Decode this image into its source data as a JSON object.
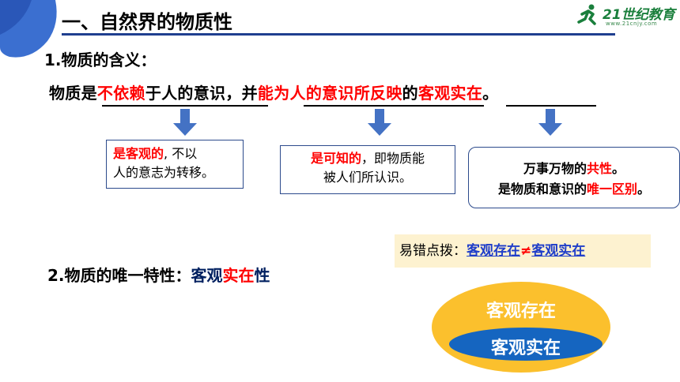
{
  "section_title": "一、自然界的物质性",
  "logo": {
    "text": "21世纪教育",
    "sub": "www.21cnjy.com"
  },
  "heading_1": "1.物质的含义：",
  "definition": {
    "p1": "物质是",
    "p2": "不依赖",
    "p3": "于人的意识，并",
    "p4": "能为人的意识所反映",
    "p5": "的",
    "p6": "客观实在",
    "p7": "。"
  },
  "box1": {
    "red": "是客观的",
    "rest1": ", 不以",
    "line2": "人的意志为转移。"
  },
  "box2": {
    "red": "是可知的",
    "rest1": "，即物质能",
    "line2": "被人们所认识。"
  },
  "box3": {
    "l1a": "万事万物的",
    "l1b": "共性",
    "l1c": "。",
    "l2a": "是物质和意识的",
    "l2b": "唯一区别",
    "l2c": "。"
  },
  "tip": {
    "label": "易错点拨：",
    "term1": "客观存在",
    "neq": "≠",
    "term2": "客观实在"
  },
  "heading_2": {
    "a": "2.物质的唯一特性：",
    "b": "客观",
    "c": "实在",
    "d": "性"
  },
  "ellipse": {
    "outer": "客观存在",
    "inner": "客观实在"
  },
  "colors": {
    "accent_red": "#ff0000",
    "navy": "#002060",
    "ellipse_outer": "#fbc02d",
    "ellipse_inner": "#1565c0",
    "box_border": "#2c4a8c"
  }
}
